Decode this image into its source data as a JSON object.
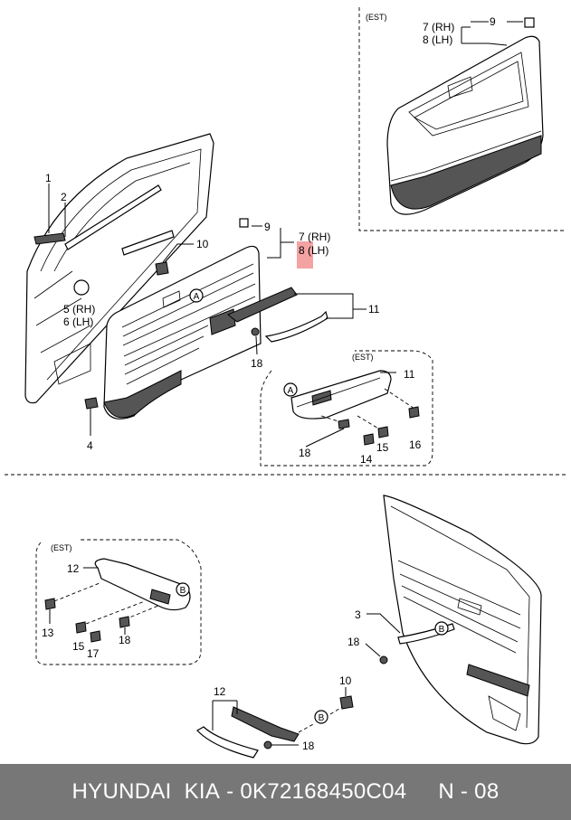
{
  "labels": {
    "c1": "1",
    "c2": "2",
    "c3": "3",
    "c4": "4",
    "c5_6": [
      "5 (RH)",
      "6 (LH)"
    ],
    "c7_8_main": [
      "7 (RH)",
      "8 (LH)"
    ],
    "c7_8_est": [
      "7 (RH)",
      "8 (LH)"
    ],
    "c9_main": "9",
    "c9_est": "9",
    "c10_top": "10",
    "c10_bottom": "10",
    "c11_main": "11",
    "c11_est": "11",
    "c12_est": "12",
    "c12_bottom": "12",
    "c13": "13",
    "c14": "14",
    "c15_top": "15",
    "c15_left": "15",
    "c16": "16",
    "c17": "17",
    "c18_main": "18",
    "c18_est_top": "18",
    "c18_est_left": "18",
    "c18_right": "18",
    "c18_bottom": "18"
  },
  "est_tags": {
    "top_right": "(EST)",
    "mid": "(EST)",
    "left": "(EST)"
  },
  "ref_letters": {
    "a_main": "A",
    "a_est": "A",
    "b_est": "B",
    "b_right": "B",
    "b_bottom": "B"
  },
  "highlight_color": "#f4a3a3",
  "footer": {
    "brand": "HYUNDAI  KIA",
    "separator": " - ",
    "part_number": "0K72168450C04",
    "section": "N - 08"
  }
}
